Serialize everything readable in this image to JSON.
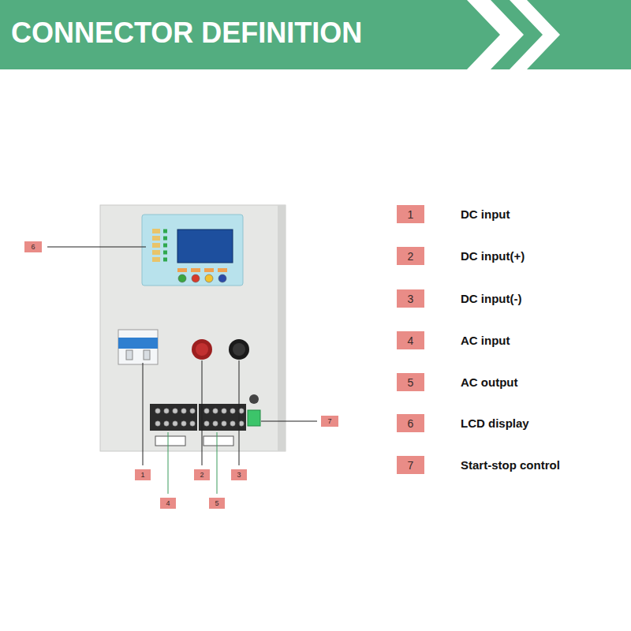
{
  "diagram": {
    "title": "CONNECTOR DEFINITION",
    "nodes": [
      {
        "text": [
          "6"
        ]
      },
      {
        "text": [
          "7"
        ]
      },
      {
        "text": [
          "1"
        ]
      },
      {
        "text": [
          "2"
        ]
      },
      {
        "text": [
          "3"
        ]
      },
      {
        "text": [
          "4"
        ]
      },
      {
        "text": [
          "5"
        ]
      },
      {
        "text": [
          "1",
          "DC input"
        ]
      },
      {
        "text": [
          "2",
          "DC input(+)"
        ]
      },
      {
        "text": [
          "3",
          "DC input(-)"
        ]
      },
      {
        "text": [
          "4",
          "AC input"
        ]
      },
      {
        "text": [
          "5",
          "AC output"
        ]
      },
      {
        "text": [
          "6",
          "LCD display"
        ]
      },
      {
        "text": [
          "7",
          "Start-stop control"
        ]
      }
    ]
  }
}
